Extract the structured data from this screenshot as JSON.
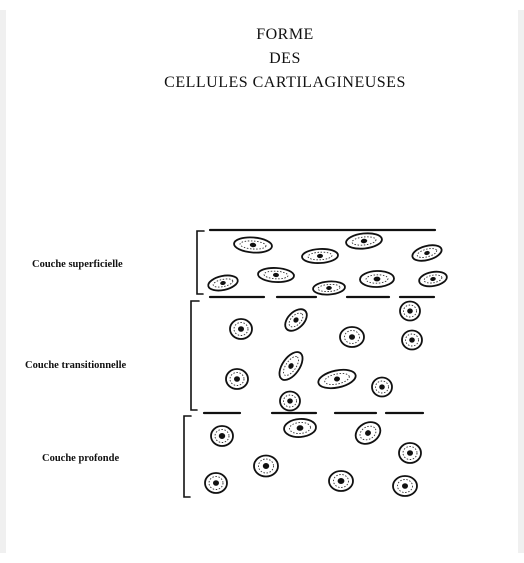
{
  "title": {
    "line1": "FORME",
    "line2": "DES",
    "line3": "CELLULES  CARTILAGINEUSES"
  },
  "layers": [
    {
      "key": "superficielle",
      "label": "Couche superficielle",
      "cell_shape": "flattened"
    },
    {
      "key": "transitionnelle",
      "label": "Couche transitionnelle",
      "cell_shape": "round-oval"
    },
    {
      "key": "profonde",
      "label": "Couche profonde",
      "cell_shape": "round"
    }
  ],
  "colors": {
    "ink": "#111111",
    "paper": "#ffffff"
  }
}
